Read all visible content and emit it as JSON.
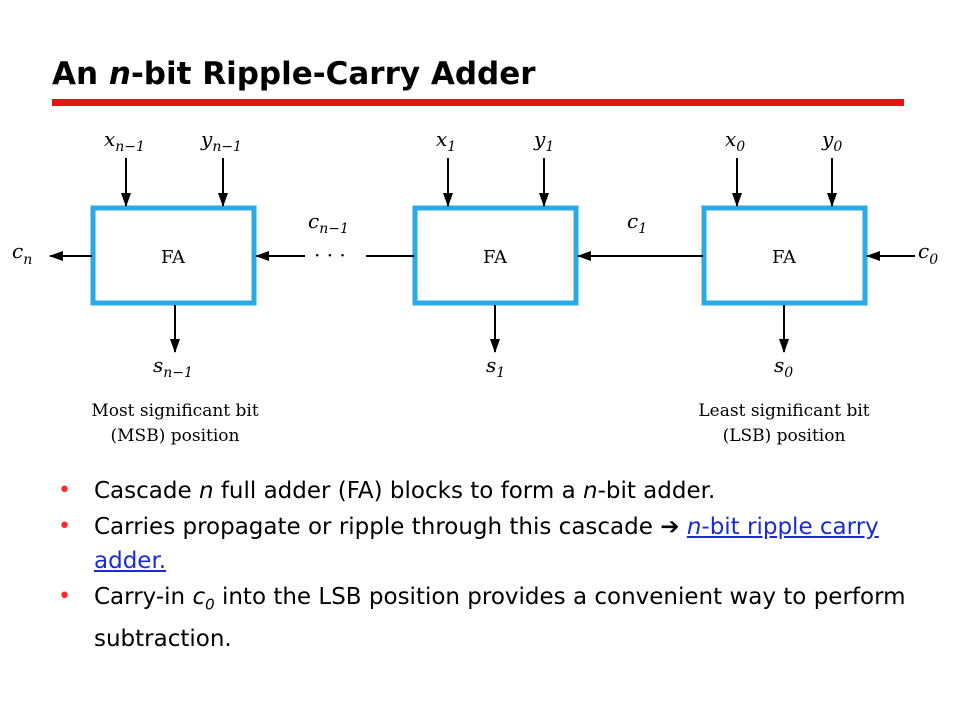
{
  "title": {
    "prefix": "An ",
    "var": "n",
    "suffix": "-bit Ripple-Carry Adder"
  },
  "colors": {
    "rule": "#ee1111",
    "fa_border": "#29a9e6",
    "bullet": "#ff2a2a",
    "link": "#1a2bd6"
  },
  "diagram": {
    "blocks": [
      {
        "label": "FA",
        "x_in": "x",
        "x_sub": "n−1",
        "y_in": "y",
        "y_sub": "n−1",
        "s_out": "s",
        "s_sub": "n−1"
      },
      {
        "label": "FA",
        "x_in": "x",
        "x_sub": "1",
        "y_in": "y",
        "y_sub": "1",
        "s_out": "s",
        "s_sub": "1"
      },
      {
        "label": "FA",
        "x_in": "x",
        "x_sub": "0",
        "y_in": "y",
        "y_sub": "0",
        "s_out": "s",
        "s_sub": "0"
      }
    ],
    "carries": {
      "cn": {
        "base": "c",
        "sub": "n"
      },
      "cn1": {
        "base": "c",
        "sub": "n−1"
      },
      "c1": {
        "base": "c",
        "sub": "1"
      },
      "c0": {
        "base": "c",
        "sub": "0"
      }
    },
    "ellipsis": "· · ·",
    "msb_caption": [
      "Most significant bit",
      "(MSB) position"
    ],
    "lsb_caption": [
      "Least significant bit",
      "(LSB) position"
    ]
  },
  "bullets": [
    {
      "t1": "Cascade ",
      "v1": "n",
      "t2": " full adder (FA) blocks to form a ",
      "v2": "n",
      "t3": "-bit adder."
    },
    {
      "t1": "Carries propagate or ripple through this cascade ",
      "arrow": "➔",
      "link_var": "n",
      "link_text": "-bit ripple carry adder."
    },
    {
      "t1": "Carry-in ",
      "var": "c",
      "sub": "0",
      "t2": " into the LSB position provides a convenient way to perform subtraction."
    }
  ]
}
